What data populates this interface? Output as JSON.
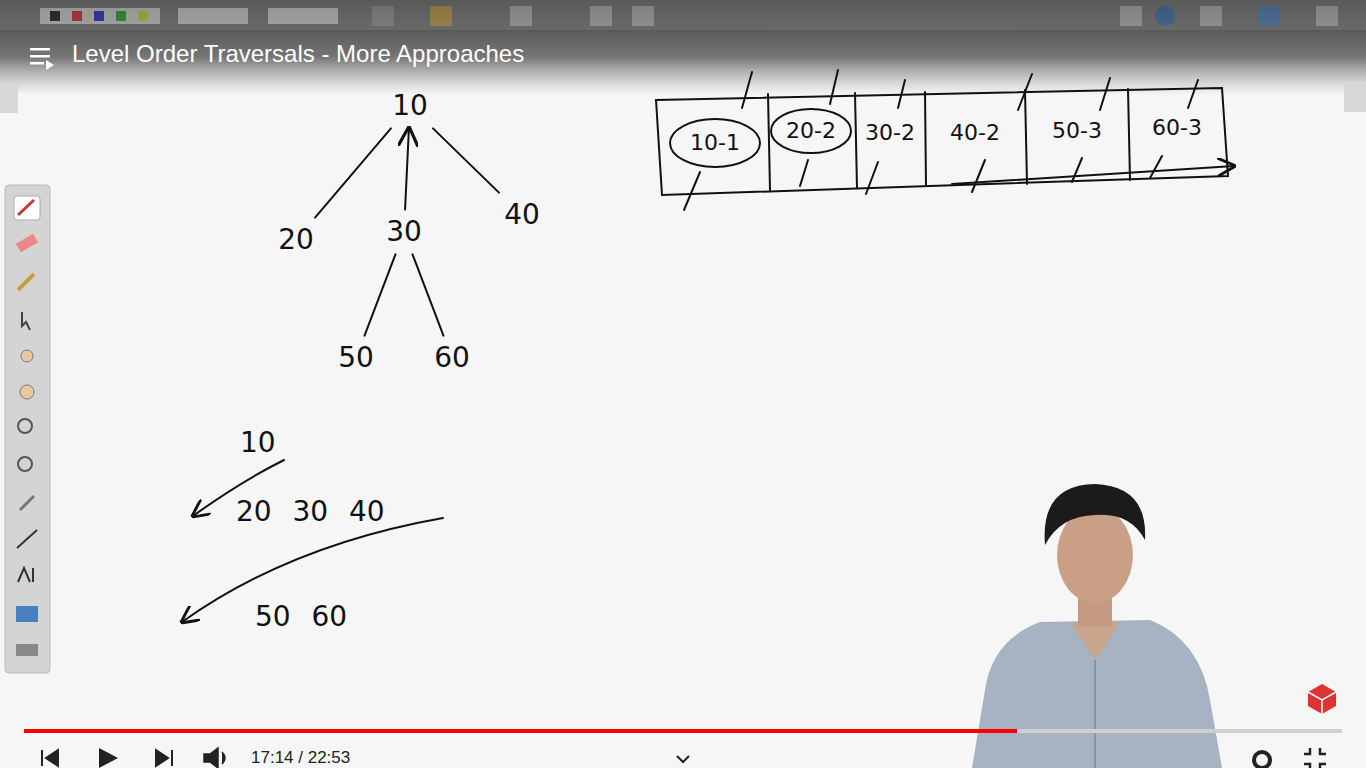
{
  "diagram": {
    "title": "Level Order Traversals - More Approaches",
    "nodes": [
      {
        "text": [
          "10"
        ]
      },
      {
        "text": [
          "20"
        ]
      },
      {
        "text": [
          "30"
        ]
      },
      {
        "text": [
          "40"
        ]
      },
      {
        "text": [
          "50"
        ]
      },
      {
        "text": [
          "60"
        ]
      },
      {
        "text": [
          "10-1"
        ]
      },
      {
        "text": [
          "20-2"
        ]
      },
      {
        "text": [
          "30-2"
        ]
      },
      {
        "text": [
          "40-2"
        ]
      },
      {
        "text": [
          "50-3"
        ]
      },
      {
        "text": [
          "60-3"
        ]
      }
    ],
    "edges": [
      {
        "from": 0,
        "to": 1,
        "arrow": "none"
      },
      {
        "from": 2,
        "to": 0,
        "arrow": "to"
      },
      {
        "from": 0,
        "to": 3,
        "arrow": "none"
      },
      {
        "from": 2,
        "to": 4,
        "arrow": "none"
      },
      {
        "from": 2,
        "to": 5,
        "arrow": "none"
      }
    ],
    "labels": [
      "10",
      "20 30 40",
      "50 60",
      "17:14 / 22:53"
    ]
  }
}
